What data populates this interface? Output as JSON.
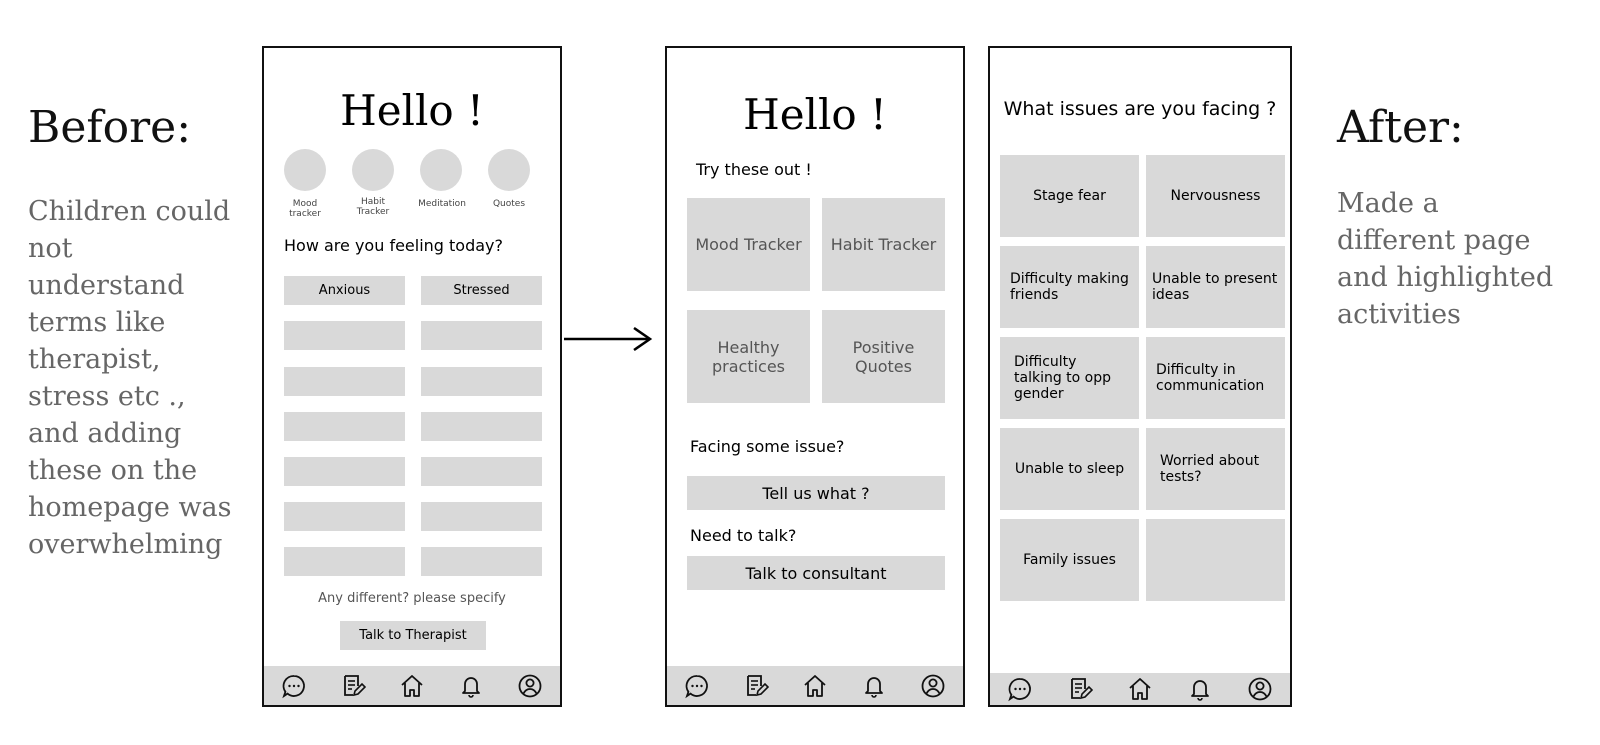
{
  "left_note": {
    "heading": "Before:",
    "lines": [
      "Children could",
      "not",
      "understand",
      "terms like",
      "therapist,",
      "stress etc .,",
      "and adding",
      "these on the",
      "homepage was",
      "overwhelming"
    ]
  },
  "right_note": {
    "heading": "After:",
    "lines": [
      "Made a",
      "different page",
      "and highlighted",
      "activities"
    ]
  },
  "before_screen": {
    "title": "Hello !",
    "shortcuts": [
      {
        "label": "Mood tracker"
      },
      {
        "label": "Habit Tracker"
      },
      {
        "label": "Meditation"
      },
      {
        "label": "Quotes"
      }
    ],
    "question": "How are you feeling today?",
    "feelings": [
      "Anxious",
      "Stressed",
      "",
      "",
      "",
      "",
      "",
      "",
      "",
      "",
      "",
      ""
    ],
    "other_prompt": "Any different? please specify",
    "therapist_button": "Talk to Therapist"
  },
  "after_home": {
    "title": "Hello !",
    "subtitle": "Try these out !",
    "activities": [
      "Mood Tracker",
      "Habit Tracker",
      "Healthy practices",
      "Positive Quotes"
    ],
    "issue_prompt": "Facing some issue?",
    "issue_button": "Tell us what ?",
    "talk_prompt": "Need to talk?",
    "talk_button": "Talk to consultant"
  },
  "issues_screen": {
    "title": "What issues are you facing ?",
    "issues": [
      "Stage fear",
      "Nervousness",
      "Difficulty making friends",
      "Unable to present ideas",
      "Difficulty talking to opp gender",
      "Difficulty in communication",
      "Unable to sleep",
      "Worried about tests?",
      "Family issues",
      ""
    ]
  },
  "nav_icons": [
    "chat-icon",
    "journal-icon",
    "home-icon",
    "bell-icon",
    "profile-icon"
  ],
  "colors": {
    "tile": "#d9d9d9",
    "border": "#111111",
    "desc_gray": "#666666"
  }
}
